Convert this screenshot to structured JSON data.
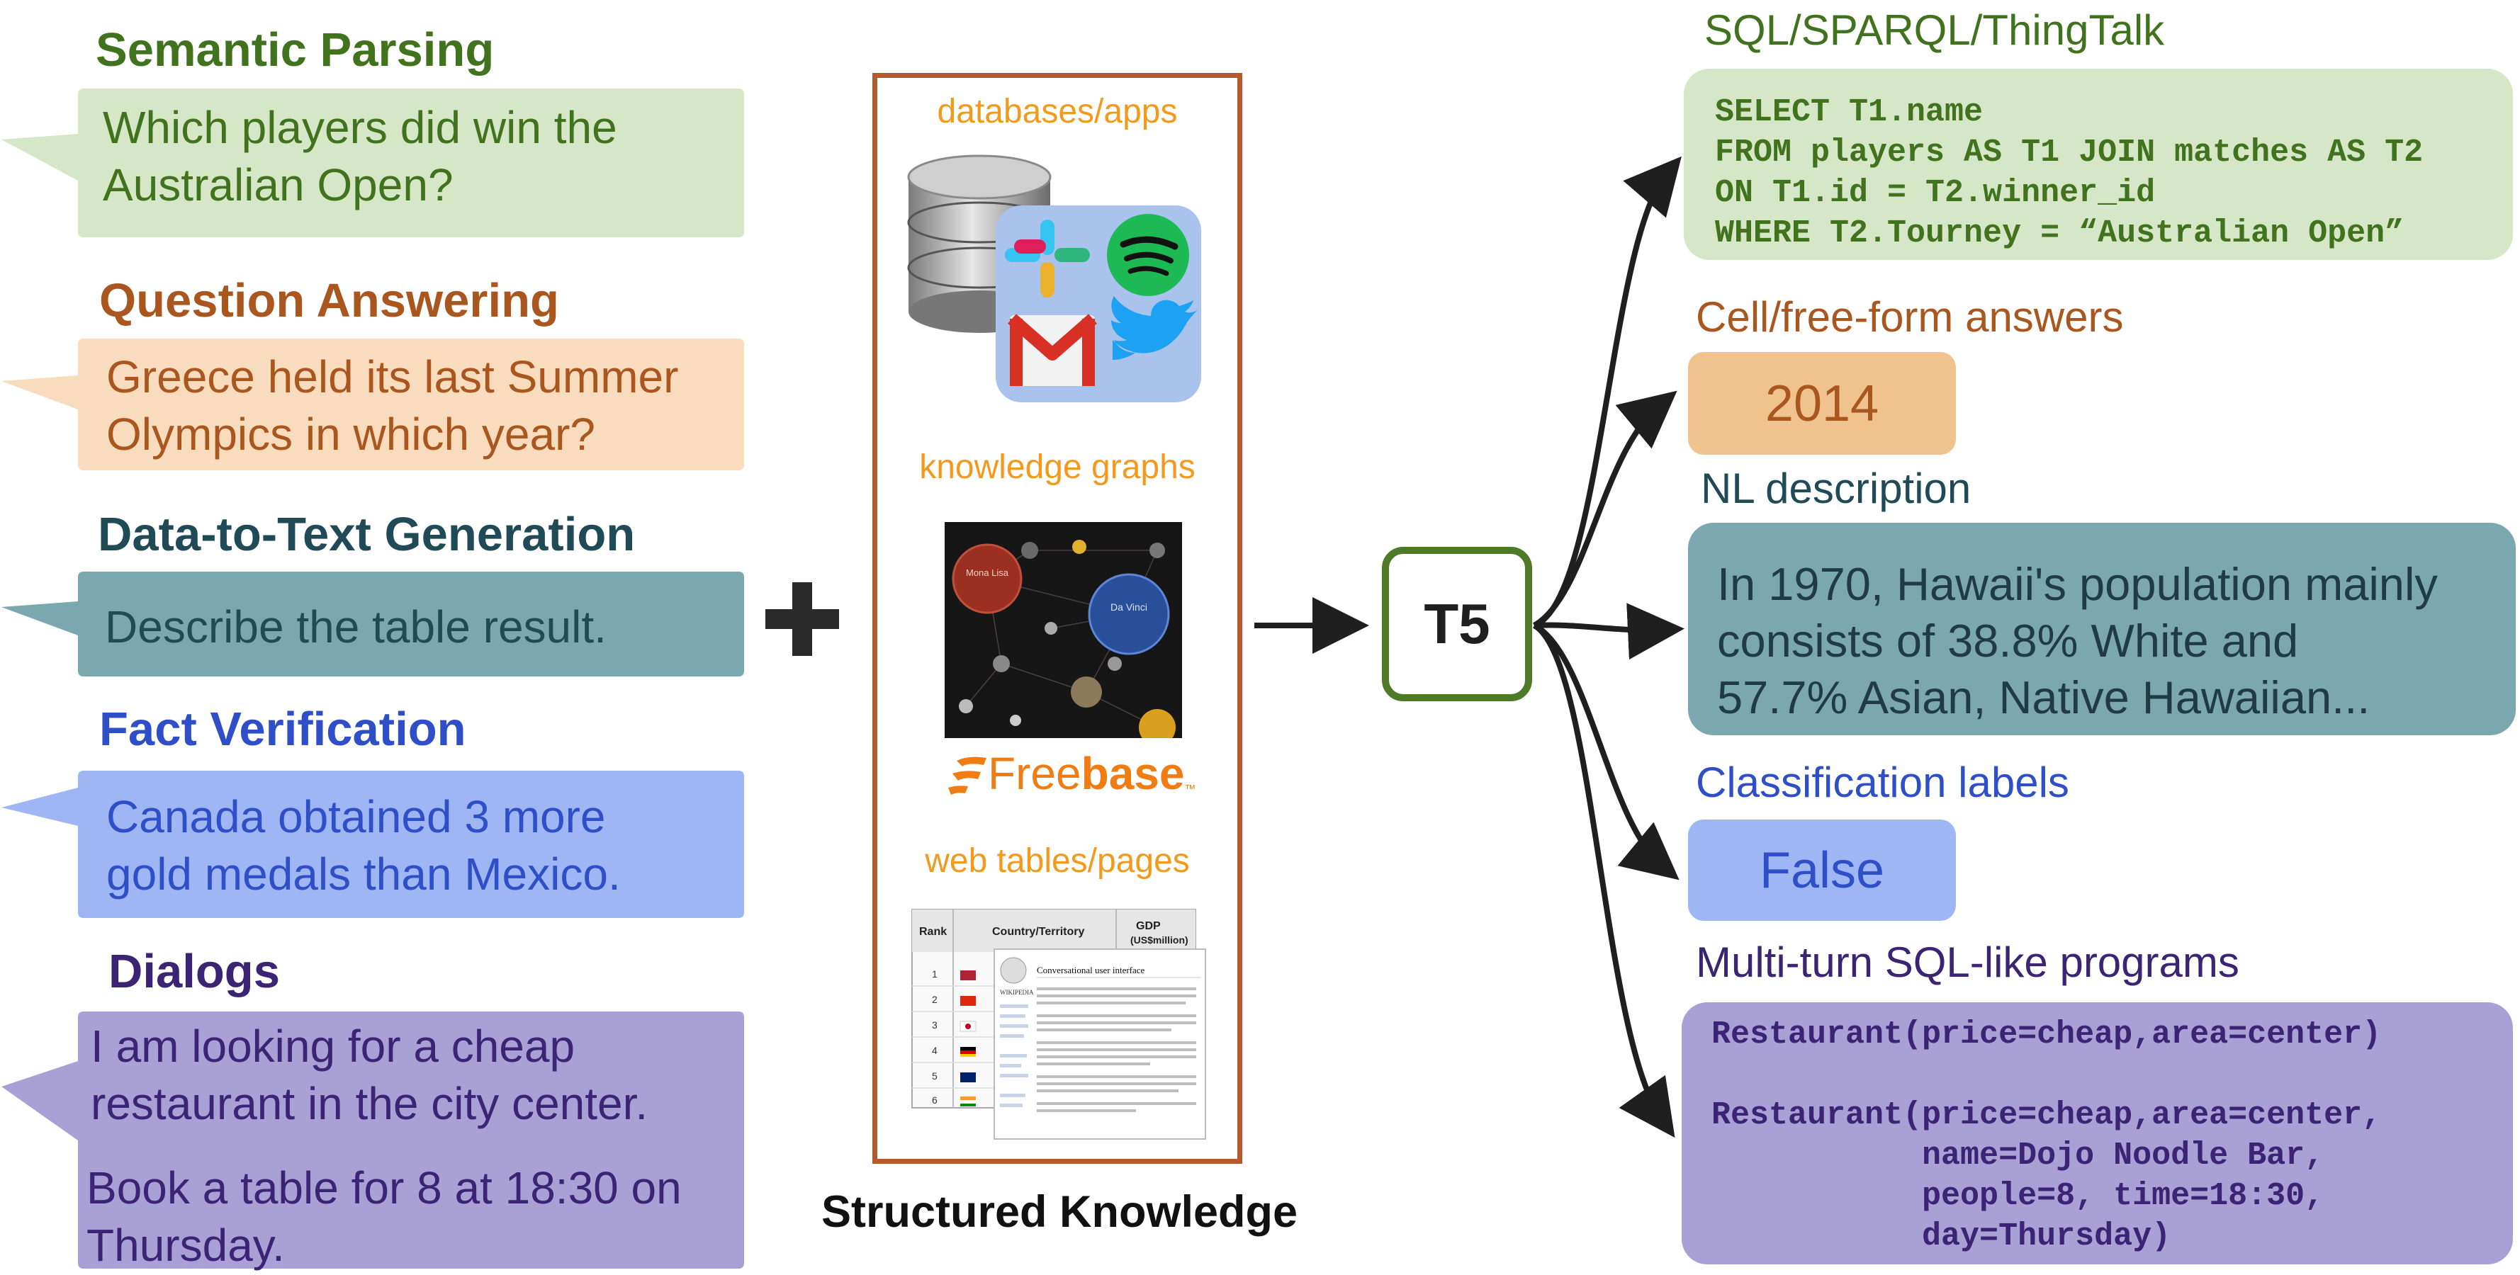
{
  "colors": {
    "sp_green": "#41721e",
    "sp_bg": "#d6e7c8",
    "qa_brown": "#a9561f",
    "qa_bg": "#f9dcbd",
    "d2t_teal": "#1f4a56",
    "d2t_bg": "#7ba7ae",
    "fv_blue": "#2e4fc8",
    "fv_bg": "#9eb6f3",
    "dlg_purple": "#3b2473",
    "dlg_bg": "#a9a0d6",
    "kb_orange": "#f29a1d",
    "kb_border": "#b55a2c",
    "t5_border": "#4f7a28",
    "cell_bg": "#f0c28e",
    "arrow": "#1f1f1f"
  },
  "tasks": {
    "semantic_parsing": {
      "title": "Semantic Parsing",
      "lines": [
        "Which players did win the",
        "Australian Open?"
      ]
    },
    "question_answering": {
      "title": "Question Answering",
      "lines": [
        "Greece held its last Summer",
        "Olympics in which year?"
      ]
    },
    "data_to_text": {
      "title": "Data-to-Text Generation",
      "lines": [
        "Describe the table result."
      ]
    },
    "fact_verification": {
      "title": "Fact Verification",
      "lines": [
        "Canada obtained 3 more",
        "gold medals than Mexico."
      ]
    },
    "dialogs": {
      "title": "Dialogs",
      "lines": [
        "I am looking for a cheap",
        "restaurant in the city center.",
        "Book a table for 8 at 18:30 on",
        "Thursday."
      ]
    }
  },
  "knowledge": {
    "caption": "Structured Knowledge",
    "databases_label": "databases/apps",
    "graphs_label": "knowledge graphs",
    "freebase_logo": {
      "free": "Free",
      "base": "base",
      "tm": "™"
    },
    "tables_label": "web tables/pages",
    "graph_nodes": [
      "Mona Lisa",
      "Da Vinci"
    ],
    "wiki_table": {
      "headers": [
        "Rank",
        "Country/Territory",
        "GDP",
        "(US$million)"
      ],
      "ranks": [
        "1",
        "2",
        "3",
        "4",
        "5",
        "6"
      ],
      "page_title": "Conversational user interface",
      "page_brand": "WIKIPEDIA"
    }
  },
  "model": {
    "name": "T5"
  },
  "outputs": {
    "sql": {
      "label": "SQL/SPARQL/ThingTalk",
      "code": [
        "SELECT T1.name",
        "FROM players AS T1 JOIN matches AS T2",
        "ON T1.id = T2.winner_id",
        "WHERE T2.Tourney = “Australian Open”"
      ]
    },
    "cell": {
      "label": "Cell/free-form answers",
      "value": "2014"
    },
    "nl": {
      "label": "NL description",
      "lines": [
        "In 1970, Hawaii's population mainly",
        "consists of 38.8% White and",
        "57.7% Asian, Native Hawaiian..."
      ]
    },
    "classification": {
      "label": "Classification labels",
      "value": "False"
    },
    "multiturn": {
      "label": "Multi-turn SQL-like programs",
      "code": [
        "Restaurant(price=cheap,area=center)",
        "",
        "Restaurant(price=cheap,area=center,",
        "           name=Dojo Noodle Bar,",
        "           people=8, time=18:30,",
        "           day=Thursday)"
      ]
    }
  }
}
